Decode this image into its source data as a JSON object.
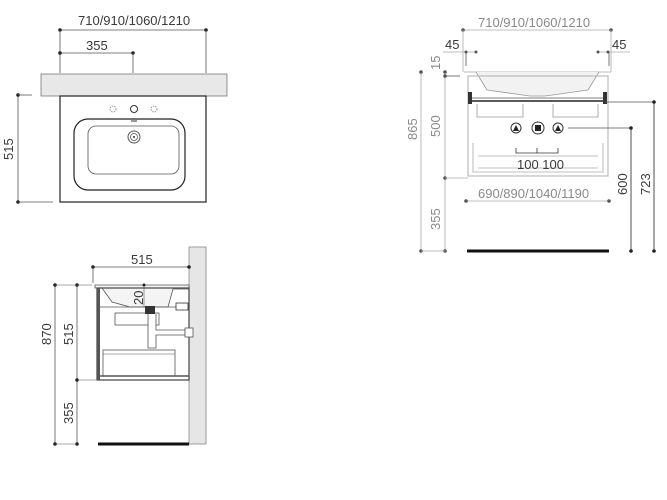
{
  "top_view": {
    "width_label": "710/910/1060/1210",
    "offset_label": "355",
    "depth_label": "515"
  },
  "front_view": {
    "width_label": "710/910/1060/1210",
    "left_margin_label": "45",
    "right_margin_label": "45",
    "top_thickness_label": "15",
    "total_height_label": "865",
    "cabinet_height_label": "500",
    "floor_clearance_label": "355",
    "spacing_label": "100 100",
    "cabinet_width_label": "690/890/1040/1190",
    "drain_height_label": "600",
    "supply_height_label": "723"
  },
  "side_view": {
    "depth_label": "515",
    "basin_offset_label": "20",
    "total_height_label": "870",
    "cabinet_height_label": "515",
    "floor_clearance_label": "355"
  },
  "colors": {
    "line": "#2a2a2a",
    "dim_line": "#9a9a9a",
    "countertop_fill": "#e8e8e8",
    "wall_fill": "#e6e6e6"
  }
}
